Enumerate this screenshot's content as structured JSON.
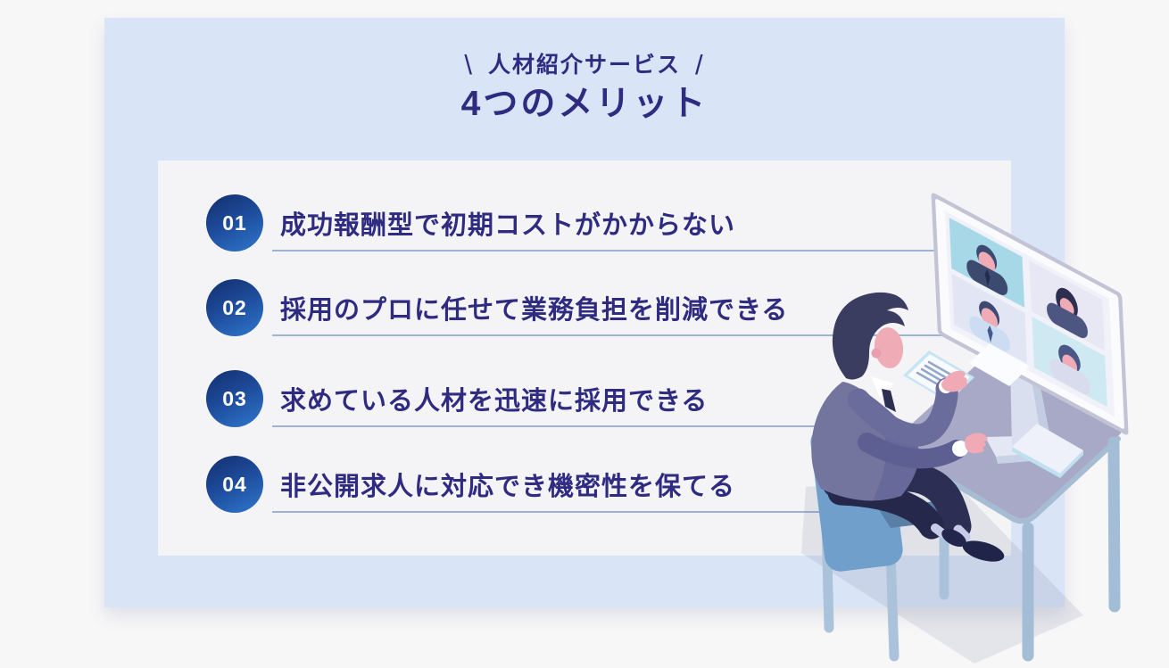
{
  "card": {
    "header": {
      "tagline_left_slash": "\\",
      "tagline": "人材紹介サービス",
      "tagline_right_slash": "/",
      "title": "4つのメリット"
    },
    "merits": [
      {
        "number": "01",
        "text": "成功報酬型で初期コストがかからない"
      },
      {
        "number": "02",
        "text": "採用のプロに任せて業務負担を削減できる"
      },
      {
        "number": "03",
        "text": "求めている人材を迅速に採用できる"
      },
      {
        "number": "04",
        "text": "非公開求人に対応でき機密性を保てる"
      }
    ]
  },
  "illustration": {
    "name": "man-at-desk-video-call",
    "participants_on_screen": 4
  },
  "colors": {
    "page_background": "#f7f7f8",
    "card_background": "#d9e4f6",
    "panel_background": "#f4f4f6",
    "heading_text": "#2e2b80",
    "merit_text": "#2e2b80",
    "badge_gradient_start": "#143170",
    "badge_gradient_end": "#2e74c9",
    "badge_number_text": "#ffffff",
    "underline": "#9fb3d4",
    "suit": "#73759f",
    "chair": "#6f9fca",
    "desk": "#a8a9c6",
    "screen_cell_cyan": "#a7d8e8",
    "screen_cell_lavender": "#e7e8f4"
  }
}
